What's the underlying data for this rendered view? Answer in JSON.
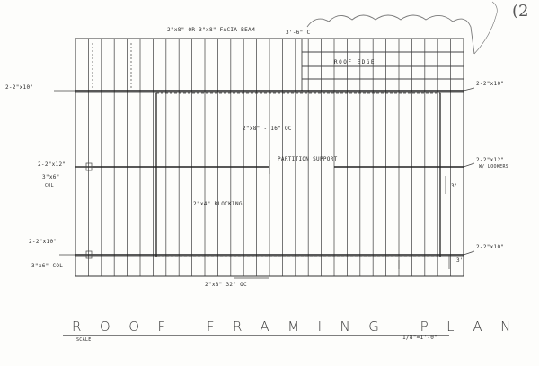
{
  "title": "ROOF FRAMING PLAN",
  "scale_label": "SCALE",
  "scale_value": "1/8\"=1'-0\"",
  "sheet_number": "(2",
  "labels": {
    "facia_beam": "2\"x8\" OR 3\"x8\" FACIA BEAM",
    "top_dim": "3'-6\" C",
    "roof_edge": "ROOF EDGE",
    "joists": "2\"x8\" - 16\" OC",
    "partition_support": "PARTITION SUPPORT",
    "blocking": "2\"x4\" BLOCKING",
    "bottom_joists": "2\"x8\" 32\" OC",
    "left_top_beam": "2-2\"x10\"",
    "left_mid_beam": "2-2\"x12\"",
    "left_mid_col": "3\"x6\"",
    "left_mid_col_2": "COL",
    "left_bot_beam": "2-2\"x10\"",
    "left_bot_col": "3\"x6\" COL",
    "right_top_beam": "2-2\"x10\"",
    "right_mid_beam": "2-2\"x12\"",
    "right_mid_note": "W/ LOOKERS",
    "right_bot_beam": "2-2\"x10\"",
    "dim_a": "3'",
    "dim_b": "3'"
  }
}
